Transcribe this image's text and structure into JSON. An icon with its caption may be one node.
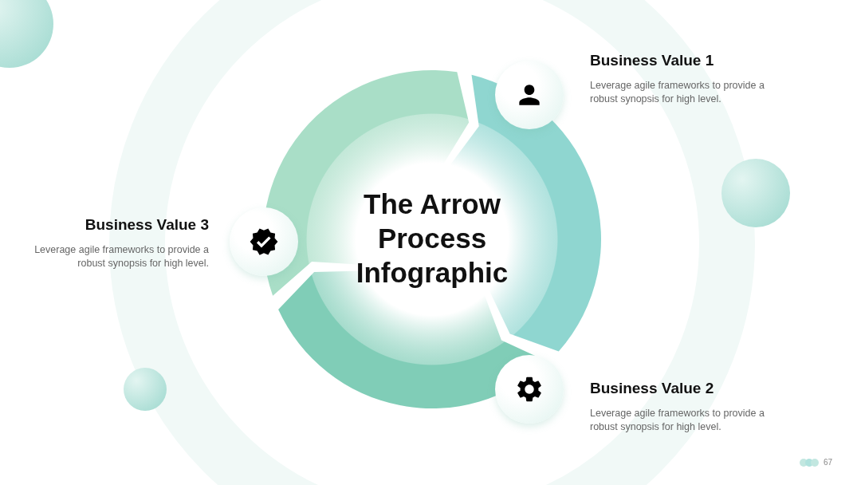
{
  "diagram": {
    "title": "The Arrow Process Infographic",
    "nodes": [
      {
        "text": [
          "Business Value 1",
          "Leverage agile frameworks to provide a robust synopsis for high level."
        ]
      },
      {
        "text": [
          "Business Value 3",
          "Leverage agile frameworks to provide a robust synopsis for high level."
        ]
      },
      {
        "text": [
          "Business Value 2",
          "Leverage agile frameworks to provide a robust synopsis for high level."
        ]
      }
    ],
    "labels": [
      "67"
    ]
  }
}
